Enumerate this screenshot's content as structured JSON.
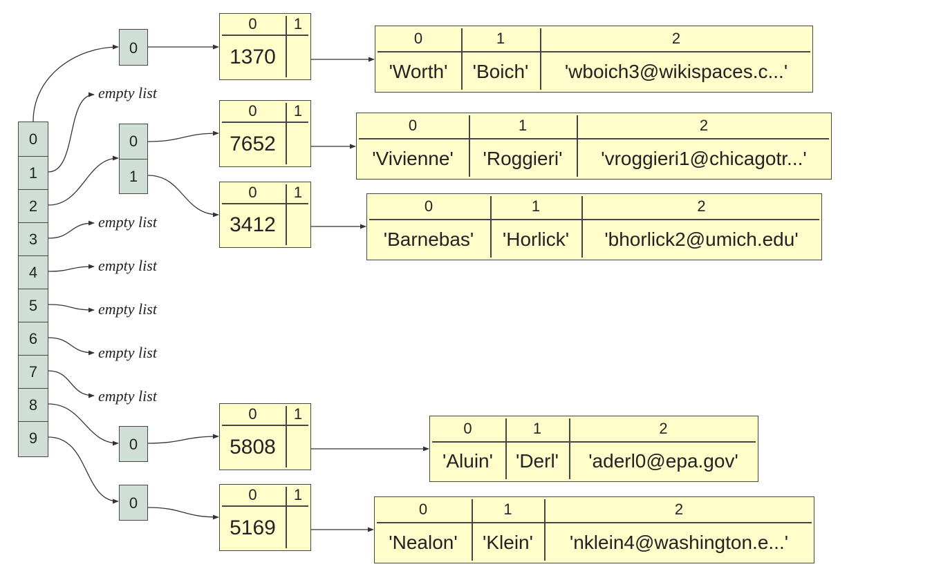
{
  "table": {
    "indices": [
      "0",
      "1",
      "2",
      "3",
      "4",
      "5",
      "6",
      "7",
      "8",
      "9"
    ]
  },
  "empty_list_label": "empty list",
  "chains": [
    {
      "bucket": "0",
      "lists": [
        {
          "indices": [
            "0"
          ],
          "pairs": [
            {
              "key": "1370",
              "h0": "0",
              "h1": "1",
              "triple": {
                "h": [
                  "0",
                  "1",
                  "2"
                ],
                "v": [
                  "'Worth'",
                  "'Boich'",
                  "'wboich3@wikispaces.c...'"
                ]
              }
            }
          ]
        }
      ]
    },
    {
      "bucket": "2",
      "lists": [
        {
          "indices": [
            "0",
            "1"
          ],
          "pairs": [
            {
              "key": "7652",
              "h0": "0",
              "h1": "1",
              "triple": {
                "h": [
                  "0",
                  "1",
                  "2"
                ],
                "v": [
                  "'Vivienne'",
                  "'Roggieri'",
                  "'vroggieri1@chicagotr...'"
                ]
              }
            },
            {
              "key": "3412",
              "h0": "0",
              "h1": "1",
              "triple": {
                "h": [
                  "0",
                  "1",
                  "2"
                ],
                "v": [
                  "'Barnebas'",
                  "'Horlick'",
                  "'bhorlick2@umich.edu'"
                ]
              }
            }
          ]
        }
      ]
    },
    {
      "bucket": "8",
      "lists": [
        {
          "indices": [
            "0"
          ],
          "pairs": [
            {
              "key": "5808",
              "h0": "0",
              "h1": "1",
              "triple": {
                "h": [
                  "0",
                  "1",
                  "2"
                ],
                "v": [
                  "'Aluin'",
                  "'Derl'",
                  "'aderl0@epa.gov'"
                ]
              }
            }
          ]
        }
      ]
    },
    {
      "bucket": "9",
      "lists": [
        {
          "indices": [
            "0"
          ],
          "pairs": [
            {
              "key": "5169",
              "h0": "0",
              "h1": "1",
              "triple": {
                "h": [
                  "0",
                  "1",
                  "2"
                ],
                "v": [
                  "'Nealon'",
                  "'Klein'",
                  "'nklein4@washington.e...'"
                ]
              }
            }
          ]
        }
      ]
    }
  ],
  "empty_buckets": [
    "1",
    "3",
    "4",
    "5",
    "6",
    "7"
  ],
  "colors": {
    "list_fill": "#cfdfd6",
    "record_fill": "#fffdc9",
    "stroke": "#444444"
  }
}
